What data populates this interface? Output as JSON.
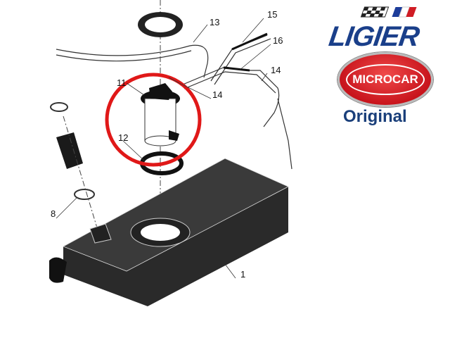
{
  "diagram": {
    "part_labels": [
      "13",
      "15",
      "16",
      "14",
      "11",
      "14",
      "12",
      "1",
      "8"
    ],
    "highlight_color": "#e01818"
  },
  "logo": {
    "brand": "LIGIER",
    "badge": "MICROCAR",
    "tagline": "Original",
    "brand_color": "#1a3f8a",
    "badge_color": "#d0161e"
  }
}
